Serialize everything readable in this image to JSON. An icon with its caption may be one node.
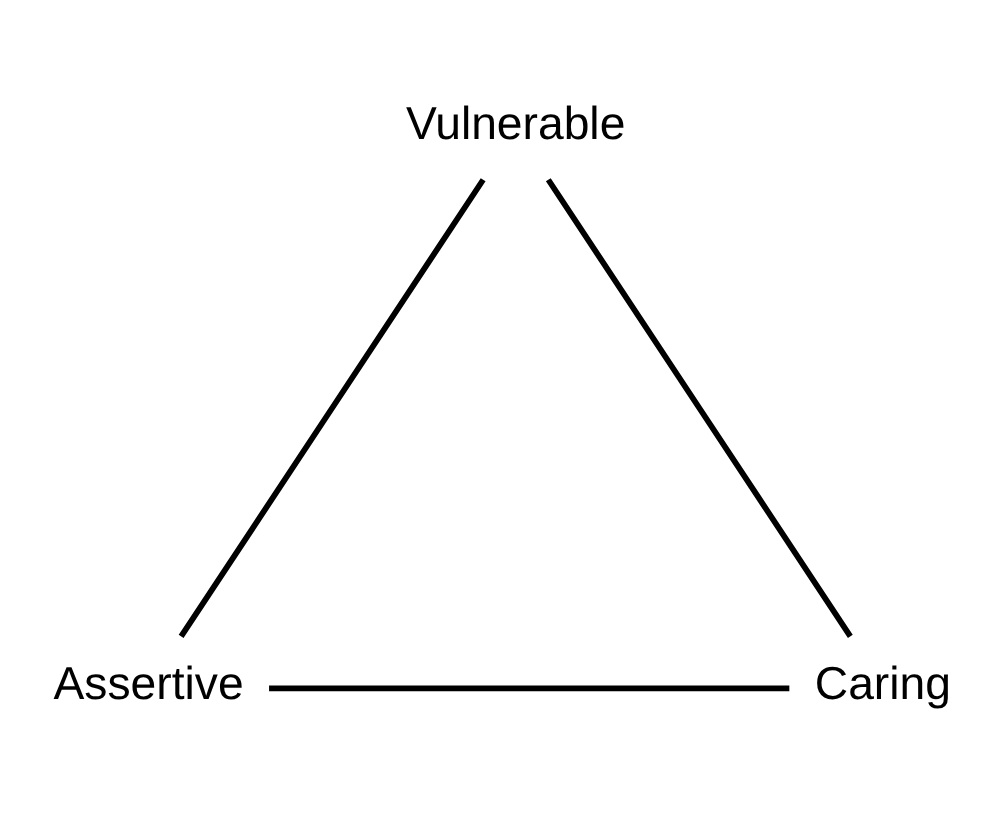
{
  "diagram": {
    "nodes": [
      {
        "text": [
          "Vulnerable"
        ]
      },
      {
        "text": [
          "Assertive"
        ]
      },
      {
        "text": [
          "Caring"
        ]
      }
    ],
    "edges": [
      {
        "from": 0,
        "to": 1,
        "arrow": "none"
      },
      {
        "from": 0,
        "to": 2,
        "arrow": "none"
      },
      {
        "from": 1,
        "to": 2,
        "arrow": "none"
      }
    ]
  }
}
